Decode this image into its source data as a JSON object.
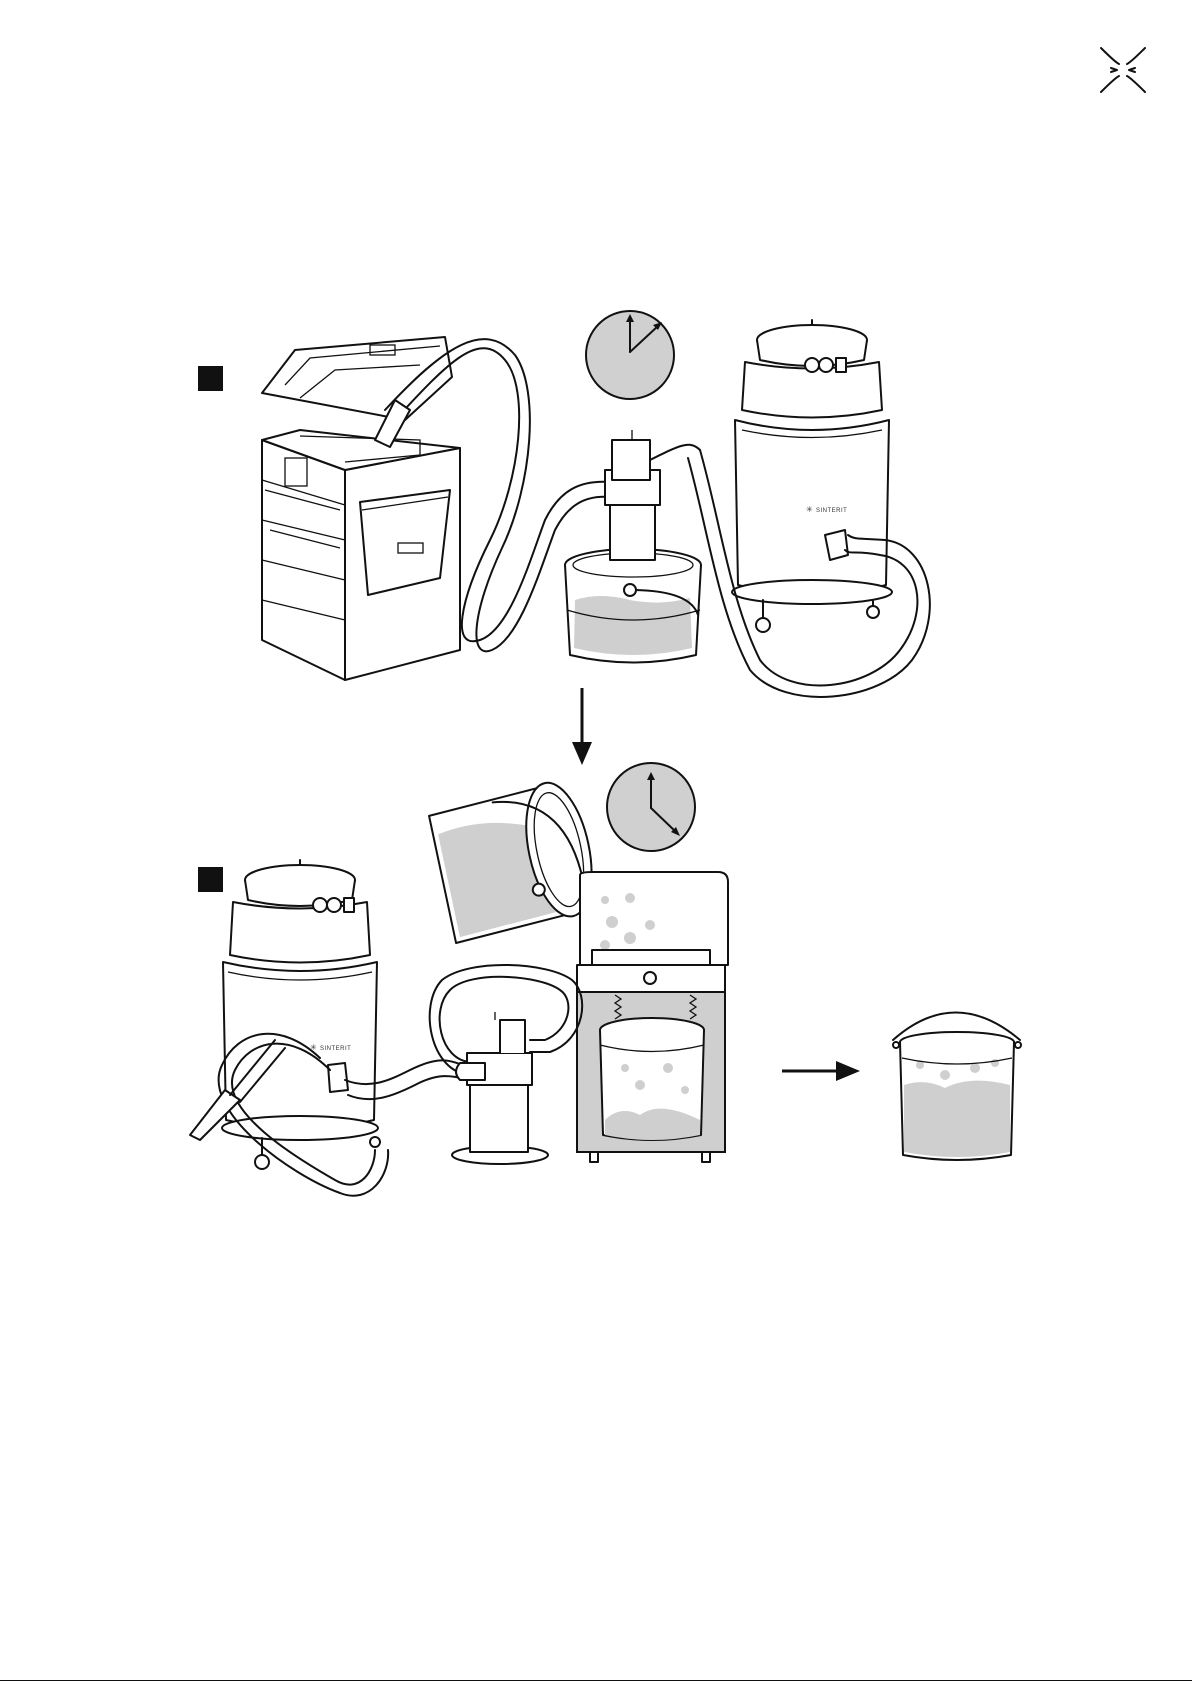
{
  "page": {
    "logo": "x-burst-logo-icon",
    "brand_text": "SINTERIT",
    "step_markers": [
      "step-1",
      "step-2"
    ]
  },
  "colors": {
    "line": "#111111",
    "powder": "#cfcfcf",
    "clock_face": "#d0d0d0",
    "step_marker": "#111111"
  },
  "clocks": [
    {
      "name": "clock-step-1",
      "icon": "clock-icon"
    },
    {
      "name": "clock-step-2",
      "icon": "clock-icon"
    }
  ]
}
